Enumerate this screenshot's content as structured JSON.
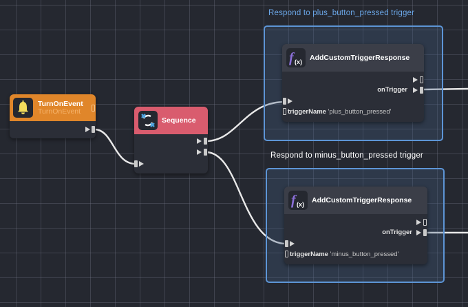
{
  "canvas": {
    "background": "#252830",
    "grid_color": "#50535f",
    "wire_color": "#e9e9e9"
  },
  "groups": [
    {
      "title": "Respond to plus_button_pressed trigger",
      "title_color": "#6ba7e8",
      "border_color": "#5d95d6"
    },
    {
      "title": "Respond to minus_button_pressed trigger",
      "title_color": "#ffffff",
      "border_color": "#5d95d6"
    }
  ],
  "nodes": {
    "turn_on_event": {
      "title": "TurnOnEvent",
      "subtitle": "TurnOnEvent",
      "icon": "bell-icon",
      "header_color": "#e0862a",
      "subtitle_color": "#f6b36a"
    },
    "sequence": {
      "title": "Sequence",
      "icon": "sequence-cycle-icon",
      "header_color": "#d95c6e"
    },
    "add_trigger_plus": {
      "title": "AddCustomTriggerResponse",
      "icon": "function-icon",
      "output_label": "onTrigger",
      "param_label": "triggerName",
      "param_value": "'plus_button_pressed'",
      "header_color": "#3b3e48"
    },
    "add_trigger_minus": {
      "title": "AddCustomTriggerResponse",
      "icon": "function-icon",
      "output_label": "onTrigger",
      "param_label": "triggerName",
      "param_value": "'minus_button_pressed'",
      "header_color": "#3b3e48"
    }
  }
}
